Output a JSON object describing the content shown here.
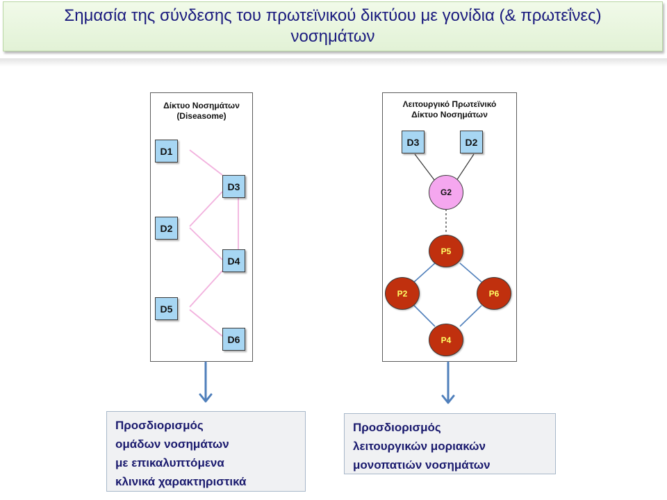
{
  "title": "Σημασία της σύνδεσης του πρωτεϊνικού δικτύου με γονίδια (& πρωτεΐνες) νοσημάτων",
  "left_panel": {
    "title_line1": "Δίκτυο Νοσημάτων",
    "title_line2": "(Diseasome)",
    "nodes": [
      "D1",
      "D3",
      "D2",
      "D4",
      "D5",
      "D6"
    ],
    "edge_color": "#f2b1de"
  },
  "right_panel": {
    "title_line1": "Λειτουργικό Πρωτεϊνικό",
    "title_line2": "Δίκτυο Νοσημάτων",
    "disease_nodes": [
      "D3",
      "D2"
    ],
    "gene_node": "G2",
    "protein_nodes": [
      "P5",
      "P2",
      "P6",
      "P4"
    ],
    "edge_color": "#4f7fbb"
  },
  "results": {
    "left": [
      "Προσδιορισμός",
      "ομάδων νοσημάτων",
      "με επικαλυπτόμενα",
      "κλινικά χαρακτηριστικά"
    ],
    "right": [
      "Προσδιορισμός",
      "λειτουργικών μοριακών",
      "μονοπατιών νοσημάτων"
    ]
  },
  "colors": {
    "title_text": "#1a1a7e",
    "disease_node": "#a7d6f3",
    "gene_node": "#f5a7ef",
    "protein_node": "#c0300e",
    "protein_label": "#ffff66",
    "arrow": "#4f7fbb"
  }
}
